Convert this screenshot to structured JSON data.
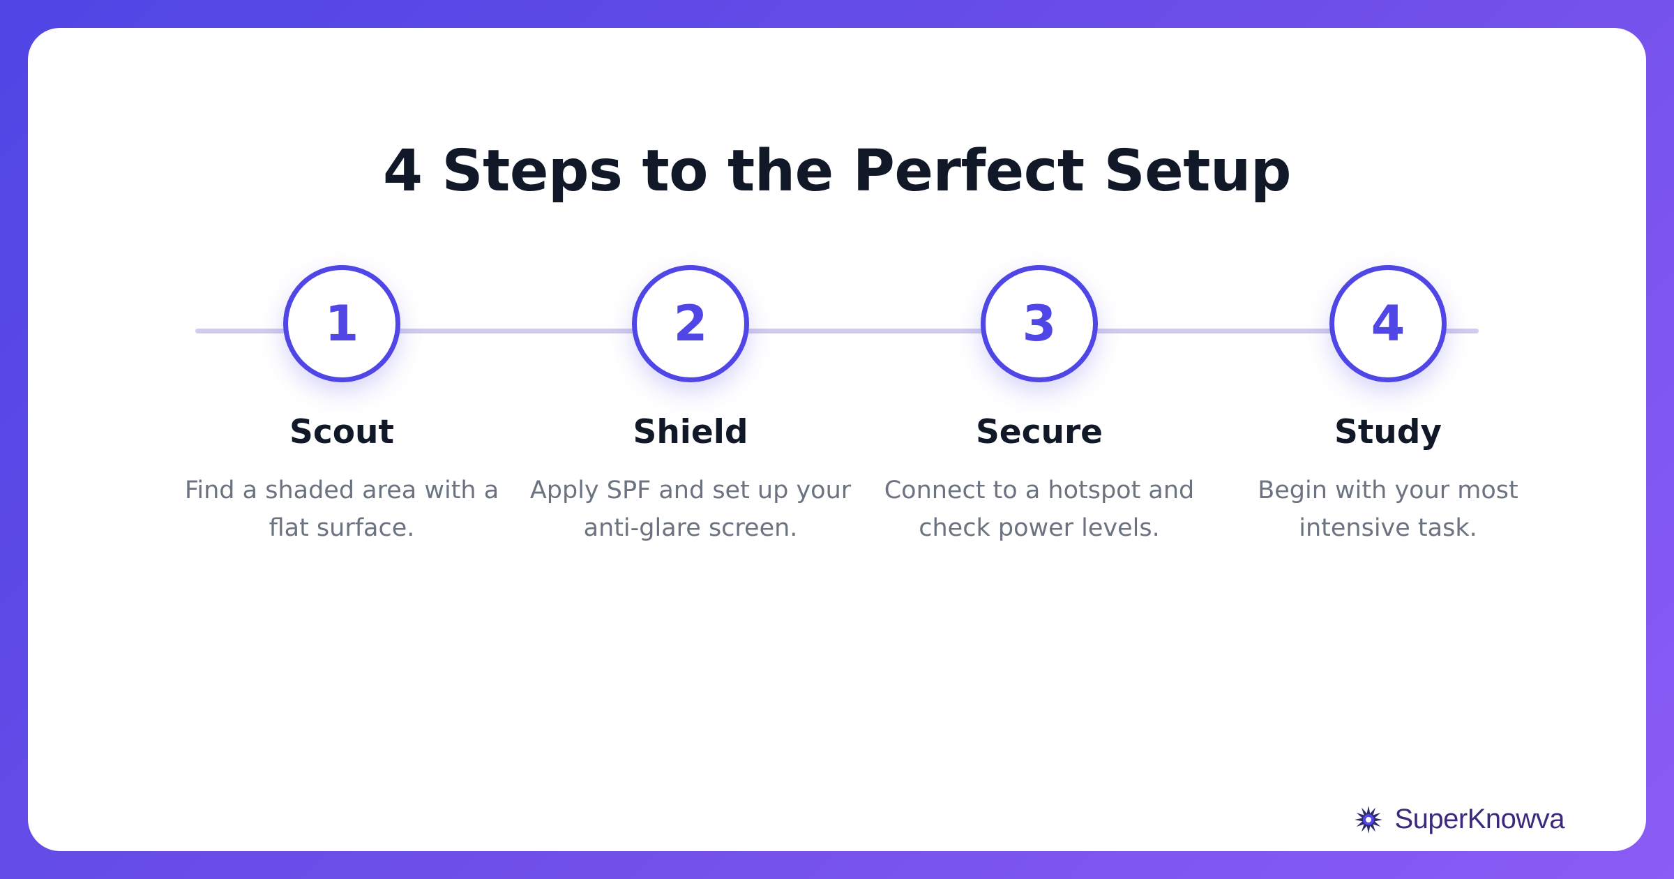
{
  "title": "4 Steps to the Perfect Setup",
  "steps": [
    {
      "number": "1",
      "title": "Scout",
      "description": "Find a shaded area with a flat surface."
    },
    {
      "number": "2",
      "title": "Shield",
      "description": "Apply SPF and set up your anti-glare screen."
    },
    {
      "number": "3",
      "title": "Secure",
      "description": "Connect to a hotspot and check power levels."
    },
    {
      "number": "4",
      "title": "Study",
      "description": "Begin with your most intensive task."
    }
  ],
  "brand": {
    "name": "SuperKnowva",
    "icon": "starburst-icon"
  },
  "colors": {
    "accent": "#4f46e5",
    "track": "#cfcbf1",
    "heading": "#111827",
    "body": "#6b7280"
  }
}
